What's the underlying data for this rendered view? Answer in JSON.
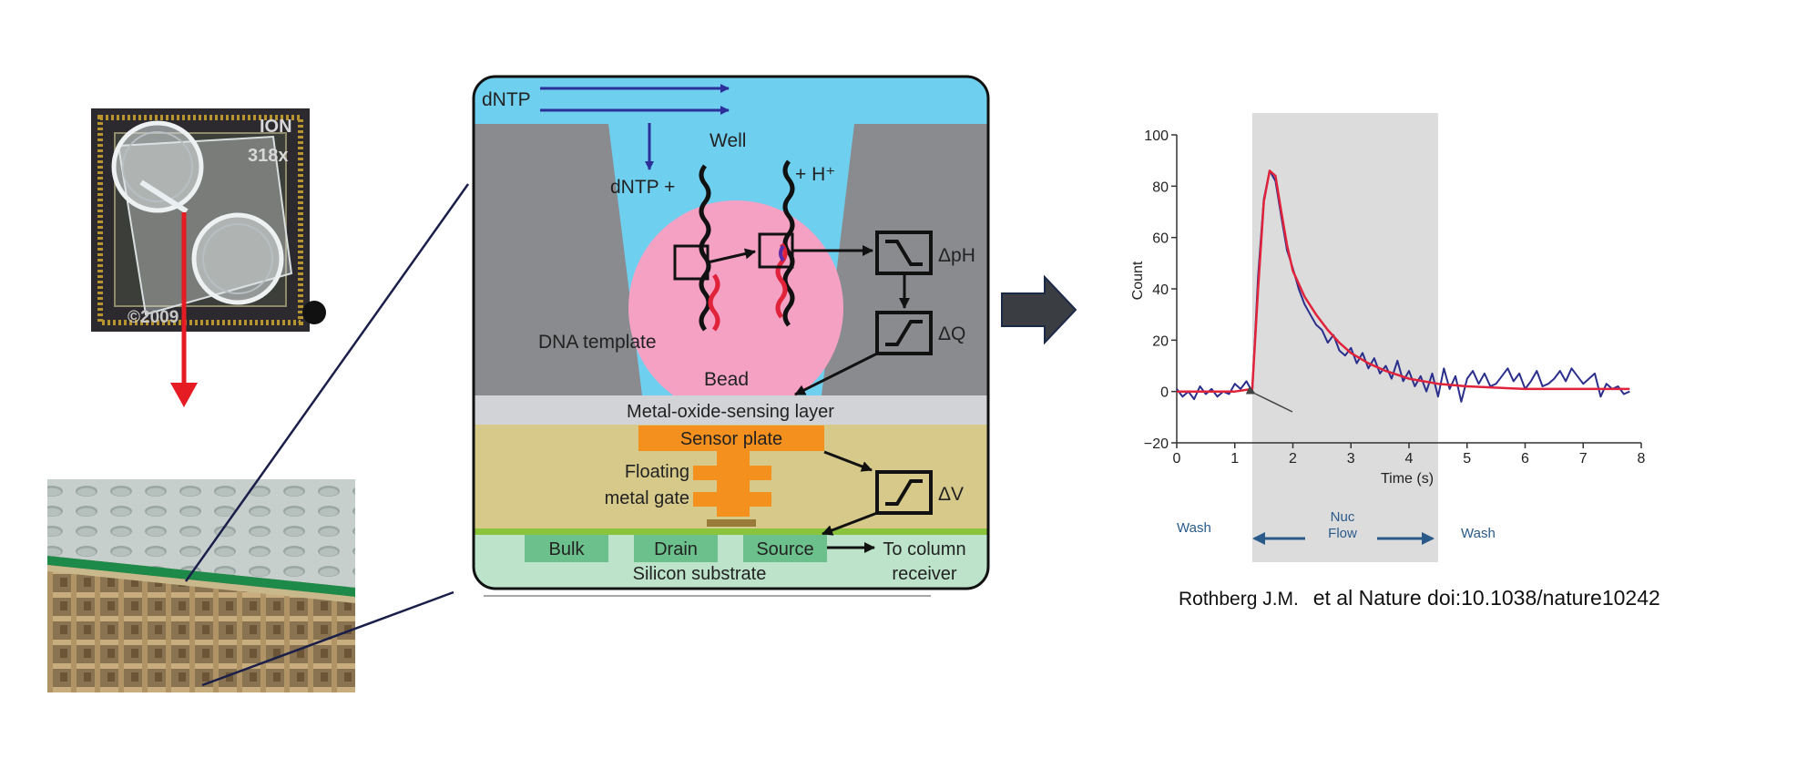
{
  "chip": {
    "brand": "ION",
    "model": "318x",
    "copyright": "©2009"
  },
  "schematic": {
    "dntp_flow": "dNTP",
    "well": "Well",
    "dntp_plus": "dNTP +",
    "h_plus": "+ H⁺",
    "delta_ph": "ΔpH",
    "delta_q": "ΔQ",
    "delta_v": "ΔV",
    "dna_template": "DNA template",
    "bead": "Bead",
    "sensing_layer": "Metal-oxide-sensing layer",
    "sensor_plate": "Sensor plate",
    "floating_1": "Floating",
    "floating_2": "metal gate",
    "bulk": "Bulk",
    "drain": "Drain",
    "source": "Source",
    "to_column_1": "To column",
    "to_column_2": "receiver",
    "substrate": "Silicon substrate"
  },
  "chart_data": {
    "type": "line",
    "ylabel": "Count",
    "xlabel": "Time (s)",
    "xlim": [
      0,
      8
    ],
    "ylim": [
      -20,
      100
    ],
    "xticks": [
      "0",
      "1",
      "2",
      "3",
      "4",
      "5",
      "6",
      "7",
      "8"
    ],
    "yticks": [
      "−20",
      "0",
      "20",
      "40",
      "60",
      "80",
      "100"
    ],
    "shaded_region": [
      1.3,
      4.5
    ],
    "phases": {
      "wash_left": "Wash",
      "nuc_1": "Nuc",
      "nuc_2": "Flow",
      "wash_right": "Wash"
    },
    "series": [
      {
        "color": "#2b2f8c",
        "x": [
          0,
          0.1,
          0.2,
          0.3,
          0.4,
          0.5,
          0.6,
          0.7,
          0.8,
          0.9,
          1.0,
          1.1,
          1.2,
          1.3,
          1.4,
          1.5,
          1.6,
          1.7,
          1.8,
          1.9,
          2.0,
          2.1,
          2.2,
          2.3,
          2.4,
          2.5,
          2.6,
          2.7,
          2.8,
          2.9,
          3.0,
          3.1,
          3.2,
          3.3,
          3.4,
          3.5,
          3.6,
          3.7,
          3.8,
          3.9,
          4.0,
          4.1,
          4.2,
          4.3,
          4.4,
          4.5,
          4.6,
          4.7,
          4.8,
          4.9,
          5.0,
          5.1,
          5.2,
          5.3,
          5.4,
          5.5,
          5.6,
          5.7,
          5.8,
          5.9,
          6.0,
          6.1,
          6.2,
          6.3,
          6.4,
          6.5,
          6.6,
          6.7,
          6.8,
          6.9,
          7.0,
          7.1,
          7.2,
          7.3,
          7.4,
          7.5,
          7.6,
          7.7,
          7.8
        ],
        "values": [
          1,
          -2,
          0,
          -3,
          2,
          -1,
          1,
          -2,
          0,
          -1,
          3,
          1,
          4,
          0,
          45,
          75,
          86,
          82,
          68,
          55,
          48,
          40,
          34,
          30,
          26,
          24,
          19,
          22,
          16,
          14,
          17,
          11,
          15,
          9,
          13,
          7,
          10,
          5,
          12,
          4,
          8,
          2,
          6,
          0,
          7,
          -2,
          9,
          1,
          6,
          -4,
          5,
          8,
          3,
          7,
          2,
          3,
          6,
          9,
          4,
          7,
          1,
          4,
          8,
          2,
          3,
          5,
          8,
          4,
          9,
          6,
          3,
          5,
          7,
          -2,
          3,
          1,
          2,
          -1,
          0
        ]
      },
      {
        "color": "#e0233a",
        "x": [
          0,
          0.5,
          1.0,
          1.3,
          1.4,
          1.5,
          1.6,
          1.7,
          1.8,
          1.9,
          2.0,
          2.2,
          2.4,
          2.6,
          2.8,
          3.0,
          3.3,
          3.6,
          4.0,
          4.5,
          5.0,
          6.0,
          7.0,
          7.8
        ],
        "values": [
          0,
          0,
          0,
          1,
          40,
          74,
          86,
          84,
          70,
          57,
          47,
          37,
          30,
          24,
          19,
          15,
          11,
          8,
          5,
          3,
          2,
          1,
          1,
          1
        ]
      }
    ]
  },
  "citation": {
    "authors": "Rothberg J.M.",
    "rest": "et al Nature doi:10.1038/nature10242"
  }
}
